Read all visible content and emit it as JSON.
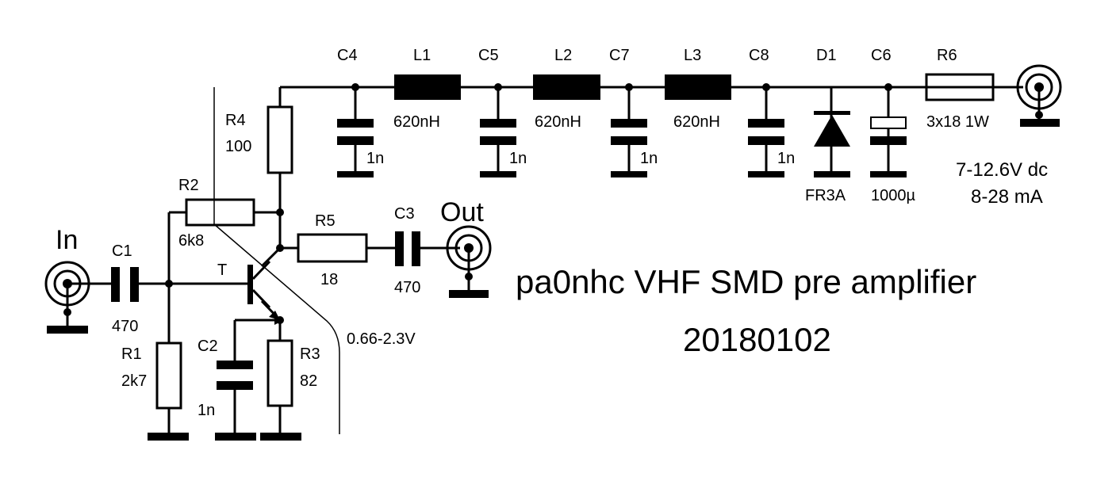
{
  "title": {
    "main": "pa0nhc VHF SMD pre amplifier",
    "date": "20180102"
  },
  "io": {
    "in": "In",
    "out": "Out"
  },
  "supply": {
    "voltage": "7-12.6V dc",
    "current": "8-28 mA"
  },
  "labels": {
    "c1": "C1",
    "c2": "C2",
    "c3": "C3",
    "c4": "C4",
    "c5": "C5",
    "c6": "C6",
    "c7": "C7",
    "c8": "C8",
    "l1": "L1",
    "l2": "L2",
    "l3": "L3",
    "r1": "R1",
    "r2": "R2",
    "r3": "R3",
    "r4": "R4",
    "r5": "R5",
    "r6": "R6",
    "d1": "D1",
    "t": "T"
  },
  "values": {
    "c1": "470",
    "c2": "1n",
    "c3": "470",
    "c4": "1n",
    "c5": "1n",
    "c6": "1000µ",
    "c7": "1n",
    "c8": "1n",
    "l1": "620nH",
    "l2": "620nH",
    "l3": "620nH",
    "r1": "2k7",
    "r2": "6k8",
    "r3": "82",
    "r4": "100",
    "r5": "18",
    "r6": "3x18 1W",
    "d1": "FR3A",
    "emitter_voltage": "0.66-2.3V"
  }
}
